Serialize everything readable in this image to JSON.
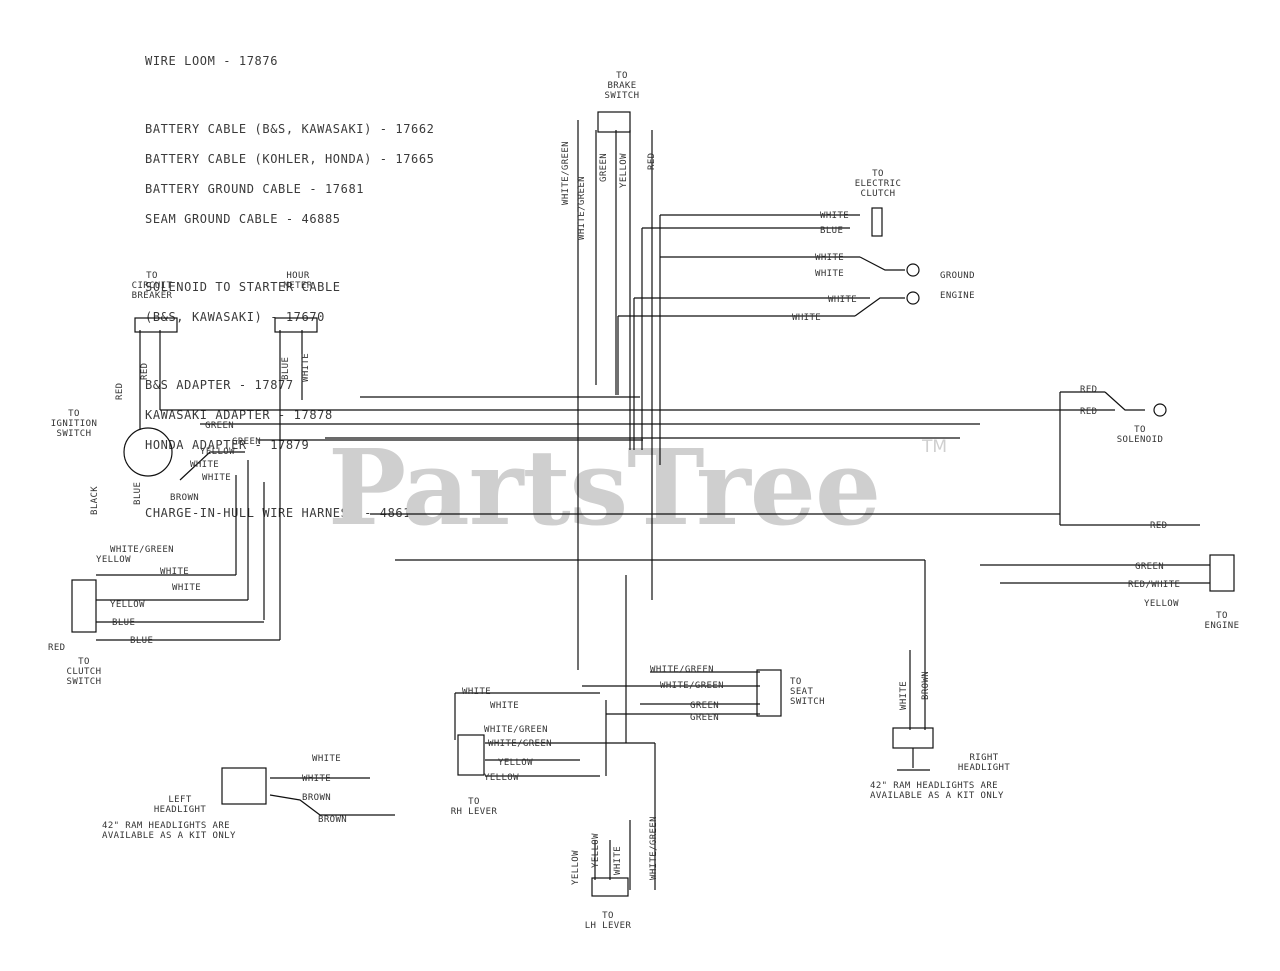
{
  "notes": {
    "wire_loom": "WIRE LOOM - 17876",
    "battery_cable_bs_kawasaki": "BATTERY CABLE (B&S, KAWASAKI) - 17662",
    "battery_cable_kohler_honda": "BATTERY CABLE (KOHLER, HONDA) - 17665",
    "battery_ground_cable": "BATTERY GROUND CABLE - 17681",
    "seam_ground_cable": "SEAM GROUND CABLE - 46885",
    "solenoid_cable_1": "SOLENOID TO STARTER CABLE",
    "solenoid_cable_2": "(B&S, KAWASAKI) - 17670",
    "bs_adapter": "B&S ADAPTER - 17877",
    "kawasaki_adapter": "KAWASAKI ADAPTER - 17878",
    "honda_adapter": "HONDA ADAPTER - 17879",
    "charge_harness": "CHARGE-IN-HULL WIRE HARNESS - 48612"
  },
  "components": {
    "brake_switch": {
      "line1": "TO",
      "line2": "BRAKE",
      "line3": "SWITCH"
    },
    "electric_clutch": {
      "line1": "TO",
      "line2": "ELECTRIC",
      "line3": "CLUTCH"
    },
    "ground_engine": {
      "line1": "GROUND",
      "line2": "ENGINE"
    },
    "circuit_breaker": {
      "line1": "TO",
      "line2": "CIRCUIT",
      "line3": "BREAKER"
    },
    "hour_meter": {
      "line1": "HOUR",
      "line2": "METER"
    },
    "ignition_switch": {
      "line1": "TO",
      "line2": "IGNITION",
      "line3": "SWITCH"
    },
    "solenoid": {
      "line1": "TO",
      "line2": "SOLENOID"
    },
    "engine": {
      "line1": "TO",
      "line2": "ENGINE"
    },
    "clutch_switch": {
      "line1": "TO",
      "line2": "CLUTCH",
      "line3": "SWITCH"
    },
    "seat_switch": {
      "line1": "TO",
      "line2": "SEAT",
      "line3": "SWITCH"
    },
    "rh_lever": {
      "line1": "TO",
      "line2": "RH LEVER"
    },
    "lh_lever": {
      "line1": "TO",
      "line2": "LH LEVER"
    },
    "rh_headlight": {
      "line1": "RIGHT",
      "line2": "HEADLIGHT"
    },
    "lh_headlight": {
      "line1": "LEFT",
      "line2": "HEADLIGHT"
    },
    "headlight_note_left": {
      "line1": "42\" RAM HEADLIGHTS ARE",
      "line2": "AVAILABLE AS A KIT ONLY"
    },
    "headlight_note_right": {
      "line1": "42\" RAM HEADLIGHTS ARE",
      "line2": "AVAILABLE AS A KIT ONLY"
    }
  },
  "wires": {
    "brake_white_green": "WHITE/GREEN",
    "brake_white_green2": "WHITE/GREEN",
    "brake_green": "GREEN",
    "brake_yellow": "YELLOW",
    "brake_red": "RED",
    "clutch_white": "WHITE",
    "clutch_blue": "BLUE",
    "ground_white1": "WHITE",
    "ground_white2": "WHITE",
    "ground_white3": "WHITE",
    "ground_white4": "WHITE",
    "breaker_red": "RED",
    "breaker_red2": "RED",
    "meter_blue": "BLUE",
    "meter_white": "WHITE",
    "ign_green": "GREEN",
    "ign_green2": "GREEN",
    "ign_yellow": "YELLOW",
    "ign_white": "WHITE",
    "ign_white2": "WHITE",
    "ign_brown": "BROWN",
    "ign_blue": "BLUE",
    "ign_black": "BLACK",
    "left_white_green": "WHITE/GREEN",
    "left_yellow": "YELLOW",
    "left_white": "WHITE",
    "left_white2": "WHITE",
    "left_yellow2": "YELLOW",
    "left_blue": "BLUE",
    "left_blue2": "BLUE",
    "left_red": "RED",
    "sol_red1": "RED",
    "sol_red2": "RED",
    "sol_red3": "RED",
    "eng_green": "GREEN",
    "eng_red_white": "RED/WHITE",
    "eng_yellow": "YELLOW",
    "seat_white_green": "WHITE/GREEN",
    "seat_white_green2": "WHITE/GREEN",
    "seat_green": "GREEN",
    "seat_green2": "GREEN",
    "rh_white": "WHITE",
    "rh_white2": "WHITE",
    "rh_white_green": "WHITE/GREEN",
    "rh_white_green2": "WHITE/GREEN",
    "rh_yellow": "YELLOW",
    "rh_yellow2": "YELLOW",
    "lh_yellow": "YELLOW",
    "lh_yellow2": "YELLOW",
    "lh_white": "WHITE",
    "lh_white_green": "WHITE/GREEN",
    "rhl_white": "WHITE",
    "rhl_brown": "BROWN",
    "lhl_white": "WHITE",
    "lhl_white2": "WHITE",
    "lhl_brown": "BROWN",
    "lhl_brown2": "BROWN"
  },
  "watermark": {
    "text": "PartsTree",
    "tm": "TM"
  }
}
